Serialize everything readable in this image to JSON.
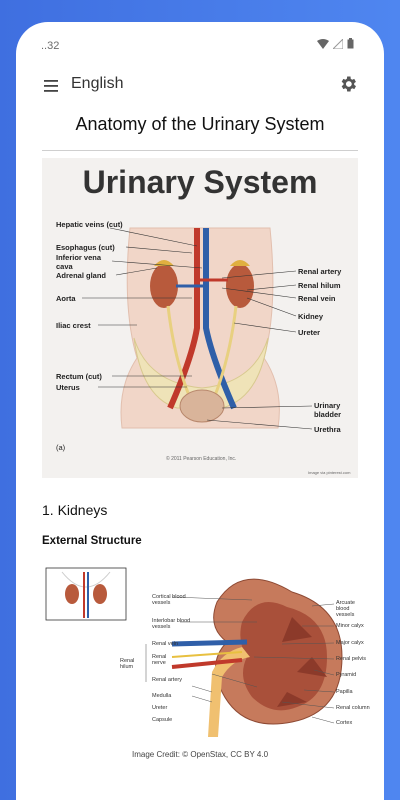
{
  "status": {
    "time": "..32"
  },
  "app_bar": {
    "title": "English",
    "menu_icon": "menu-icon",
    "settings_icon": "gear-icon"
  },
  "page": {
    "title": "Anatomy of the Urinary System"
  },
  "figure1": {
    "title": "Urinary System",
    "left_labels": [
      "Hepatic veins (cut)",
      "Esophagus (cut)",
      "Inferior vena cava",
      "Adrenal gland",
      "Aorta",
      "Iliac crest",
      "Rectum (cut)",
      "Uterus"
    ],
    "right_labels": [
      "Renal artery",
      "Renal hilum",
      "Renal vein",
      "Kidney",
      "Ureter",
      "Urinary bladder",
      "Urethra"
    ],
    "panel_label": "(a)",
    "copyright": "© 2011 Pearson Education, Inc.",
    "source": "Image via pinterest.com"
  },
  "section": {
    "heading": "1. Kidneys",
    "subheading": "External Structure"
  },
  "figure2": {
    "left_labels": [
      "Cortical blood vessels",
      "Interlobar blood vessels",
      "Renal vein",
      "Renal nerve",
      "Renal artery",
      "Medulla",
      "Ureter",
      "Capsule"
    ],
    "hilum_label": "Renal hilum",
    "right_labels": [
      "Arcuate blood vessels",
      "Minor calyx",
      "Major calyx",
      "Renal pelvis",
      "Pyramid",
      "Papilla",
      "Renal column",
      "Cortex"
    ]
  },
  "credit": "Image Credit: © OpenStax, CC BY 4.0"
}
